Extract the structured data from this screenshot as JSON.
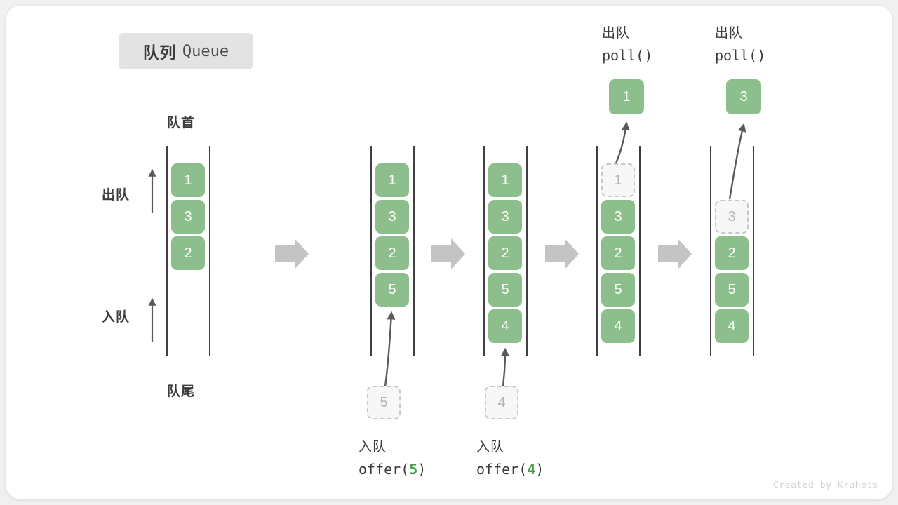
{
  "title": {
    "cn": "队列",
    "en": "Queue"
  },
  "labels": {
    "head": "队首",
    "tail": "队尾",
    "dequeue_side": "出队",
    "enqueue_side": "入队"
  },
  "watermark": "Created by Krahets",
  "colors": {
    "node_fill": "#8cbf8c",
    "node_text": "#ffffff",
    "ghost_fill": "#f7f7f7",
    "ghost_border": "#c8c8c8",
    "ghost_text": "#b4b4b4",
    "rail": "#404040",
    "arrow": "#5a5a5a",
    "step_arrow": "#c4c4c4",
    "badge_bg": "#e3e3e3",
    "accent_green": "#4a9b4a",
    "text": "#3c3c3c"
  },
  "operations": {
    "enqueue_cn": "入队",
    "dequeue_cn": "出队",
    "offer_5": {
      "fn": "offer(",
      "arg": "5",
      "close": ")"
    },
    "offer_4": {
      "fn": "offer(",
      "arg": "4",
      "close": ")"
    },
    "poll_1": "poll()",
    "poll_2": "poll()"
  },
  "columns": [
    {
      "id": "col-1",
      "caption_top": "队首",
      "caption_bottom": "队尾",
      "slots": [
        {
          "value": "1",
          "state": "filled"
        },
        {
          "value": "3",
          "state": "filled"
        },
        {
          "value": "2",
          "state": "filled"
        }
      ]
    },
    {
      "id": "col-2",
      "slots": [
        {
          "value": "1",
          "state": "filled"
        },
        {
          "value": "3",
          "state": "filled"
        },
        {
          "value": "2",
          "state": "filled"
        },
        {
          "value": "5",
          "state": "filled"
        }
      ],
      "incoming": {
        "value": "5",
        "state": "ghost"
      },
      "op_cn": "入队",
      "op_code_fn": "offer(",
      "op_code_arg": "5",
      "op_code_close": ")"
    },
    {
      "id": "col-3",
      "slots": [
        {
          "value": "1",
          "state": "filled"
        },
        {
          "value": "3",
          "state": "filled"
        },
        {
          "value": "2",
          "state": "filled"
        },
        {
          "value": "5",
          "state": "filled"
        },
        {
          "value": "4",
          "state": "filled"
        }
      ],
      "incoming": {
        "value": "4",
        "state": "ghost"
      },
      "op_cn": "入队",
      "op_code_fn": "offer(",
      "op_code_arg": "4",
      "op_code_close": ")"
    },
    {
      "id": "col-4",
      "slots": [
        {
          "value": "1",
          "state": "ghost"
        },
        {
          "value": "3",
          "state": "filled"
        },
        {
          "value": "2",
          "state": "filled"
        },
        {
          "value": "5",
          "state": "filled"
        },
        {
          "value": "4",
          "state": "filled"
        }
      ],
      "outgoing": {
        "value": "1",
        "state": "filled"
      },
      "op_cn": "出队",
      "op_code": "poll()"
    },
    {
      "id": "col-5",
      "slots": [
        {
          "value": "",
          "state": "empty"
        },
        {
          "value": "3",
          "state": "ghost"
        },
        {
          "value": "2",
          "state": "filled"
        },
        {
          "value": "5",
          "state": "filled"
        },
        {
          "value": "4",
          "state": "filled"
        }
      ],
      "outgoing": {
        "value": "3",
        "state": "filled"
      },
      "op_cn": "出队",
      "op_code": "poll()"
    }
  ]
}
